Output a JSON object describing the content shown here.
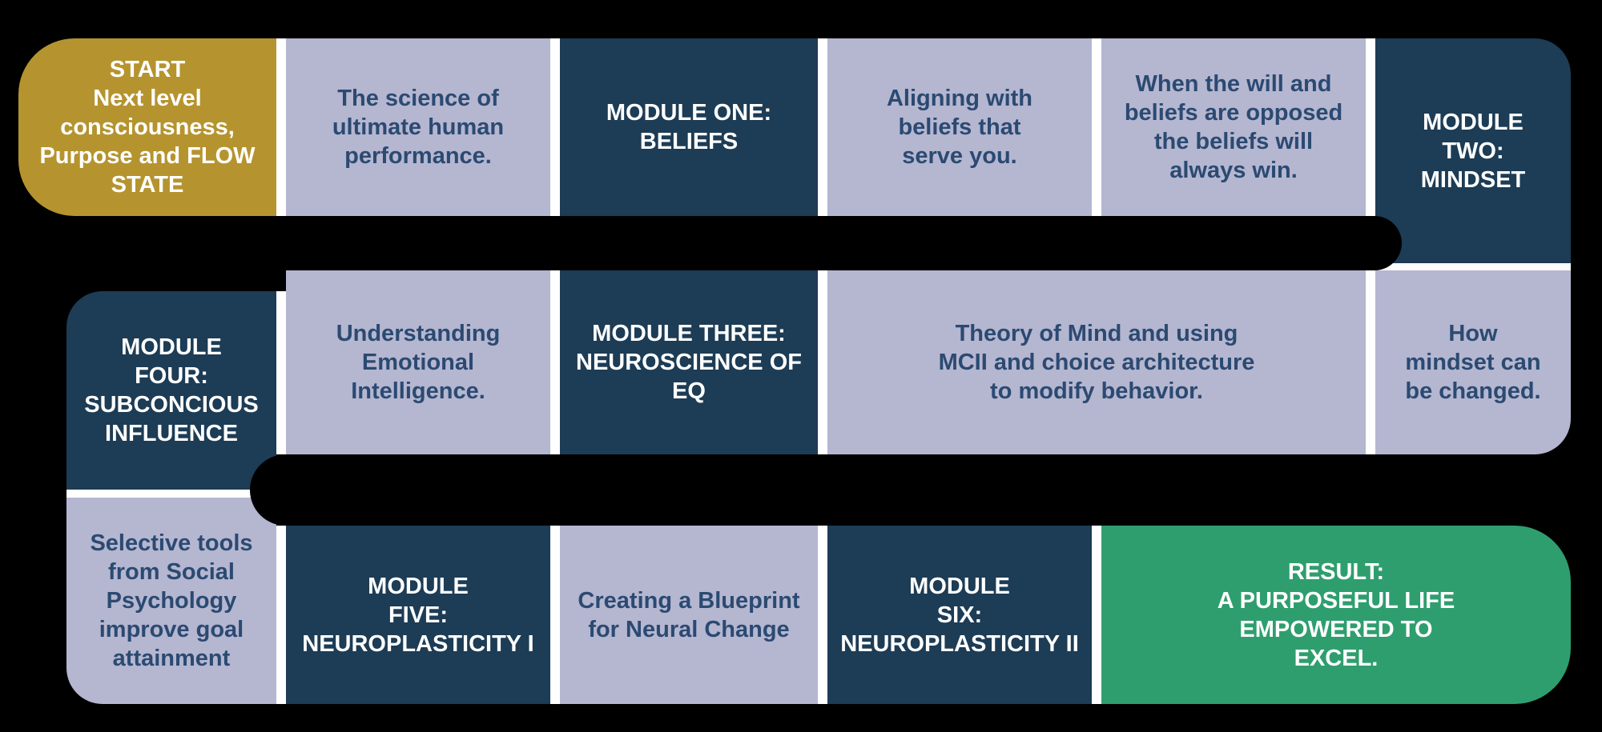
{
  "diagram": {
    "title_hint": "Course module flow map",
    "colors": {
      "background": "#000000",
      "separator": "#ffffff",
      "gold": "#b5942f",
      "navy": "#1d3c55",
      "lavender": "#b5b6d0",
      "green": "#2f9e6e",
      "text_on_light": "#2b4a72",
      "text_on_dark": "#ffffff"
    },
    "blocks": {
      "start": "START\nNext level\nconsciousness,\nPurpose and FLOW\nSTATE",
      "science": "The science of\nultimate human\nperformance.",
      "module_one": "MODULE ONE:\nBELIEFS",
      "aligning": "Aligning with\nbeliefs that\nserve you.",
      "will_beliefs": "When the will and\nbeliefs are opposed\nthe beliefs will\nalways win.",
      "module_two": "MODULE\nTWO:\nMINDSET",
      "how_mindset": "How\nmindset can\nbe changed.",
      "theory": "Theory of Mind and using\nMCII and choice architecture\nto modify behavior.",
      "module_three": "MODULE THREE:\nNEUROSCIENCE OF\nEQ",
      "understanding": "Understanding\nEmotional\nIntelligence.",
      "module_four": "MODULE\nFOUR:\nSUBCONCIOUS\nINFLUENCE",
      "selective": "Selective tools\nfrom Social\nPsychology\nimprove goal\nattainment",
      "module_five": "MODULE\nFIVE:\nNEUROPLASTICITY I",
      "creating": "Creating a Blueprint\nfor Neural Change",
      "module_six": "MODULE\nSIX:\nNEUROPLASTICITY II",
      "result": "RESULT:\nA PURPOSEFUL LIFE\nEMPOWERED TO\nEXCEL."
    }
  }
}
